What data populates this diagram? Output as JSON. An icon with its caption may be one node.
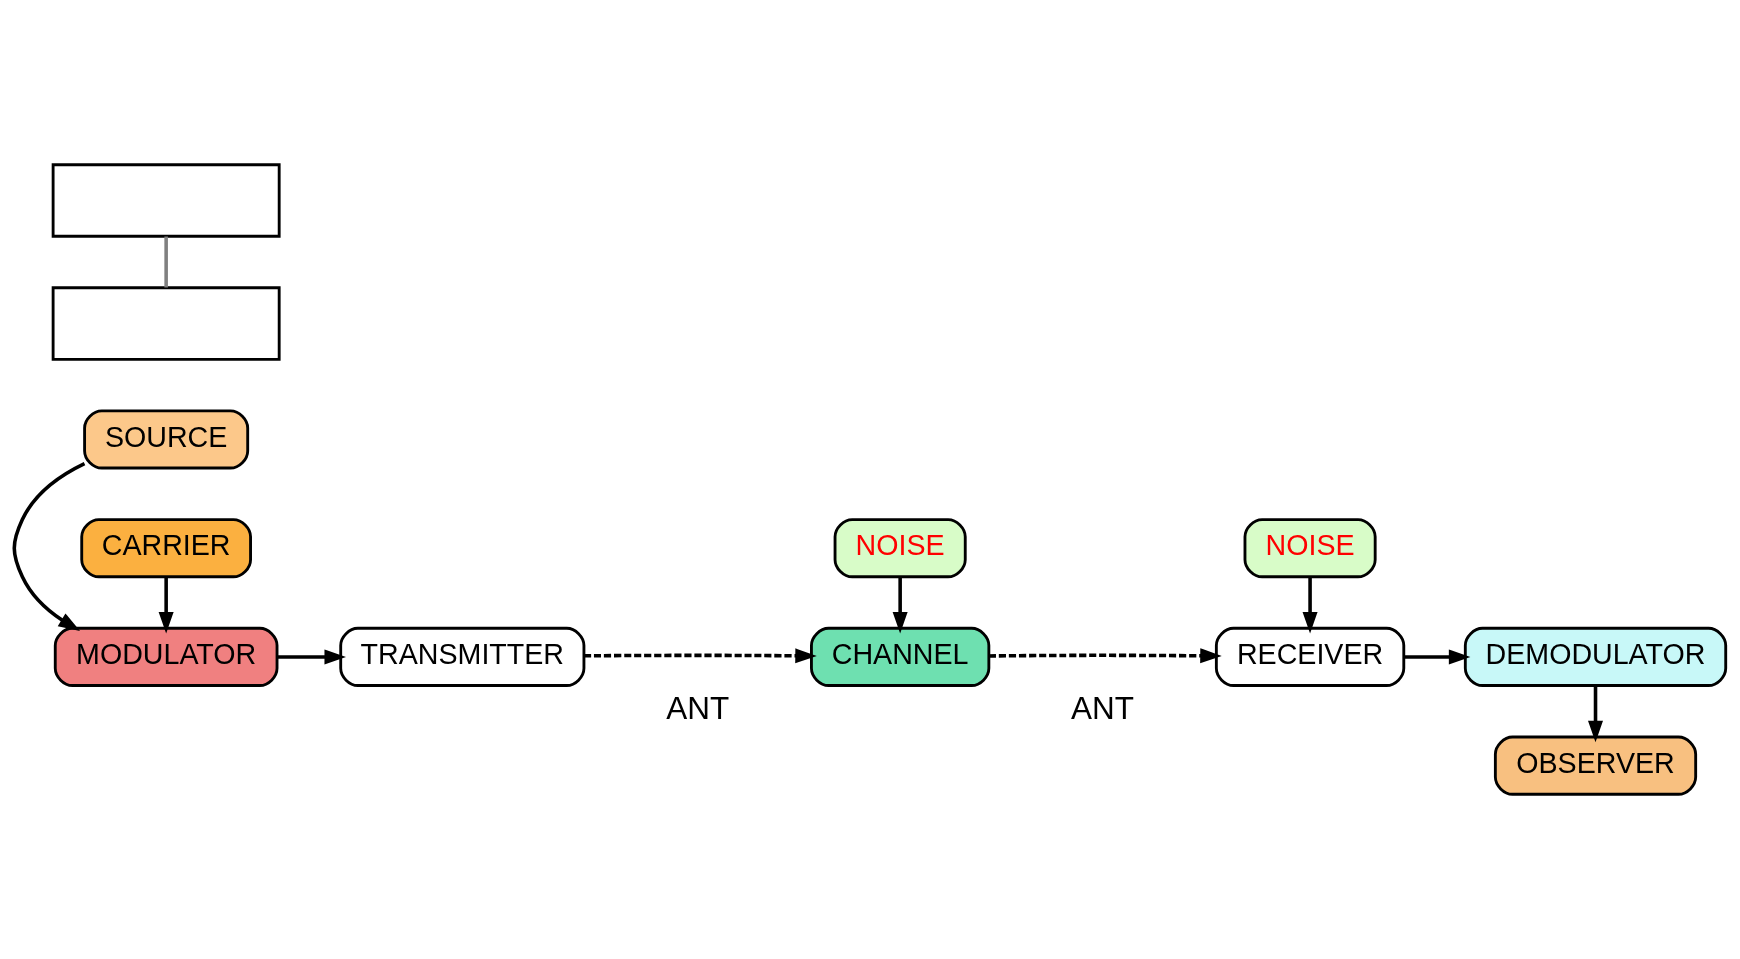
{
  "diagram": {
    "nodes": [
      {
        "text": [
          "SOURCE"
        ]
      },
      {
        "text": [
          "MODULATOR"
        ]
      },
      {
        "text": [
          "CARRIER"
        ]
      },
      {
        "text": [
          "TRANSMITTER"
        ]
      },
      {
        "text": [
          "CHANNEL"
        ]
      },
      {
        "text": [
          "NOISE"
        ]
      },
      {
        "text": [
          "NOISE"
        ]
      },
      {
        "text": [
          "RECEIVER"
        ]
      },
      {
        "text": [
          "DEMODULATOR"
        ]
      },
      {
        "text": [
          "OBSERVER"
        ]
      },
      {
        "text": [],
        "shape": "box"
      },
      {
        "text": [],
        "shape": "box"
      }
    ],
    "edges": [
      {
        "from": 0,
        "to": 1,
        "arrow": "to"
      },
      {
        "from": 2,
        "to": 1,
        "arrow": "to"
      },
      {
        "from": 1,
        "to": 3,
        "arrow": "to"
      },
      {
        "from": 3,
        "to": 4,
        "arrow": "to",
        "style": "dashed"
      },
      {
        "from": 5,
        "to": 4,
        "arrow": "to"
      },
      {
        "from": 4,
        "to": 7,
        "arrow": "to",
        "style": "dashed"
      },
      {
        "from": 6,
        "to": 7,
        "arrow": "to"
      },
      {
        "from": 7,
        "to": 8,
        "arrow": "to"
      },
      {
        "from": 8,
        "to": 9,
        "arrow": "to"
      },
      {
        "from": 10,
        "to": 11,
        "arrow": "none",
        "color": "#808080"
      }
    ],
    "labels": [
      "ANT",
      "ANT"
    ]
  }
}
